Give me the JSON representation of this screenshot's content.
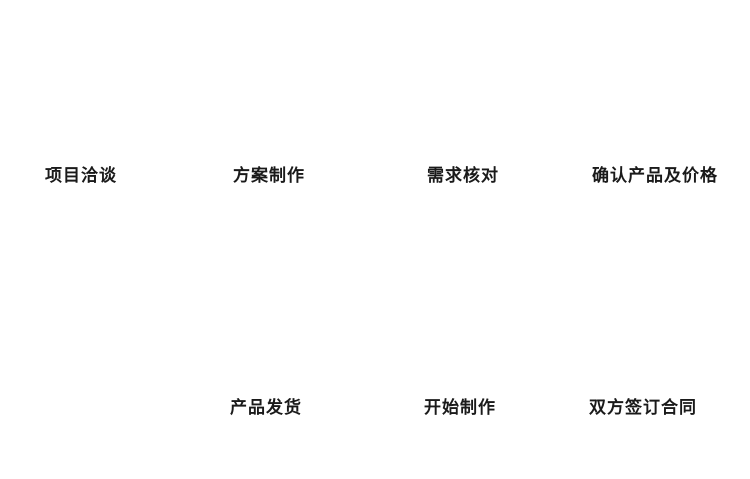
{
  "flow": {
    "title": "",
    "steps": [
      {
        "label": "项目洽谈"
      },
      {
        "label": "方案制作"
      },
      {
        "label": "需求核对"
      },
      {
        "label": "确认产品及价格"
      },
      {
        "label": "产品发货"
      },
      {
        "label": "开始制作"
      },
      {
        "label": "双方签订合同"
      }
    ]
  }
}
